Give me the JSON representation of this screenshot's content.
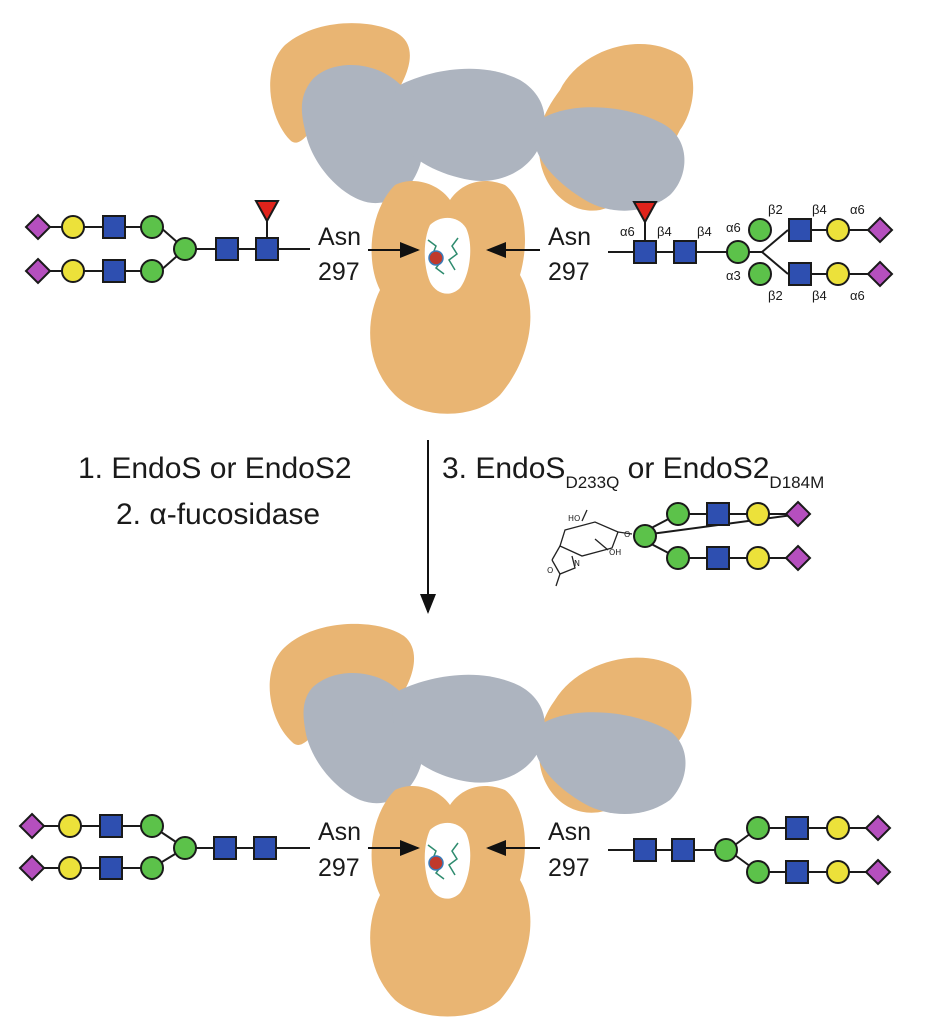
{
  "labels": {
    "asn_word": "Asn",
    "asn_number": "297",
    "step1": "1. EndoS or EndoS2",
    "step2_num": "2. ",
    "step2_alpha": "α",
    "step2_rest": "-fucosidase",
    "step3_prefix": "3. EndoS",
    "step3_sub1": "D233Q",
    "step3_mid": " or EndoS2",
    "step3_sub2": "D184M"
  },
  "linkage_labels": {
    "core_fuc": "α6",
    "core_b4_1": "β4",
    "core_b4_2": "β4",
    "upper_a6": "α6",
    "lower_a3": "α3",
    "upper_b2": "β2",
    "upper_b4": "β4",
    "upper_sia": "α6",
    "lower_b2": "β2",
    "lower_b4": "β4",
    "lower_sia": "α6"
  },
  "chem_labels": {
    "ho": "HO",
    "oh": "OH",
    "o": "O",
    "n": "N"
  },
  "colors": {
    "heavy_chain": "#E9B573",
    "light_chain": "#ADB4BF",
    "glcnac": "#2E4FB0",
    "mannose": "#5CC24A",
    "galactose": "#ECE13A",
    "sialic_acid": "#B54FBE",
    "fucose": "#E0231B"
  }
}
